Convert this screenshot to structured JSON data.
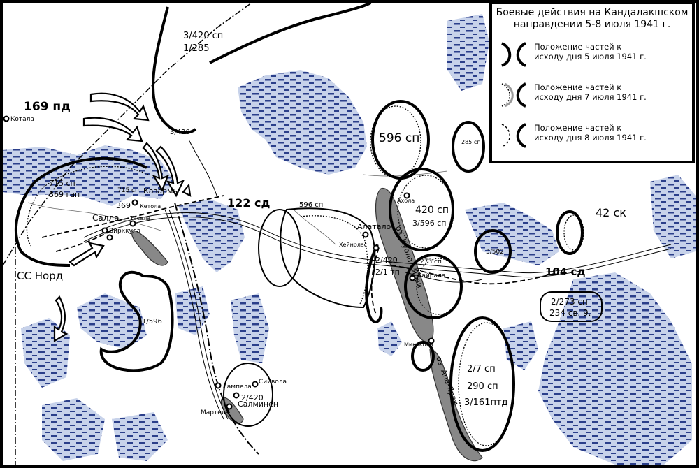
{
  "legend": {
    "title_line1": "Боевые действия на Кандалакшском",
    "title_line2": "направдении 5-8 июля 1941 г.",
    "items": [
      {
        "line1": "Положение частей к",
        "line2": "исходу дня 5 июля 1941 г.",
        "style": "solid"
      },
      {
        "line1": "Положение частей к",
        "line2": "исходу дня 7 июля 1941 г.",
        "style": "dotted"
      },
      {
        "line1": "Положение частей к",
        "line2": "исходу дня 8 июля 1941 г.",
        "style": "dashed"
      }
    ]
  },
  "units": {
    "u3_420_top": "3/420 сп",
    "u1_285": "1/285",
    "u3_420_small": "3/420",
    "pd169": "169 пд",
    "sd122": "122 сд",
    "sp596_big": "596 сп",
    "sp285": "285 сп",
    "sp596_mid": "596 сп",
    "sp420": "420 сп",
    "u3_596": "3/596 сп",
    "sk42": "42 ск",
    "u3_502": "3/502",
    "sd104": "104 сд",
    "u2_273_l1": "2/273 сп",
    "u2_273_l2": "234 св. 9.",
    "sp273": "273 сп",
    "u2_420": "2/420",
    "u2_1tp": "2/1 тп",
    "u715_l1": "715 сп",
    "u715_l2": "369 гап",
    "u715_k": "715 сп",
    "u369": "369",
    "u1_596": "1/596",
    "u2_420_s": "2/420",
    "ss_nord": "СС Норд",
    "u2_7_l1": "2/7 сп",
    "u2_7_l2": "290 сп",
    "u2_7_l3": "3/161птд"
  },
  "places": {
    "kotala": "Котала",
    "kazarmy": "Казармы",
    "ketola": "Кетола",
    "tasala": "Тасала",
    "salla": "Салла",
    "virkkula": "Вирккула",
    "alatalo": "Алатало",
    "heinolas": "Хейнолас",
    "ahola": "Ахола",
    "kairala": "Кайрала",
    "mikkola": "Микккола",
    "siivola": "Сийвола",
    "lampela": "Лампела",
    "salminen": "Салминен",
    "martela": "Мартела"
  },
  "lakes": {
    "kuola": "оз. Куола - Ярви",
    "apa": "оз. Апа-Ярви"
  },
  "colors": {
    "background": "#000000",
    "map": "#ffffff",
    "water": "#8fa3d1",
    "water_dash": "#2b3f8a",
    "lake_gray": "#888888"
  }
}
